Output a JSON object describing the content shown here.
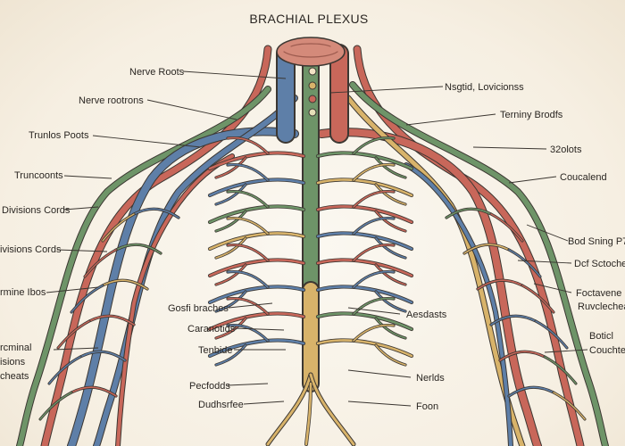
{
  "title": "BRACHIAL PLEXUS",
  "labels_left": [
    "Nerve Roots",
    "Nerve rootrons",
    "Trunlos Poots",
    "Truncoonts",
    "Divisions Cords",
    "ivisions Cords",
    "rmine Ibos",
    "rcminal",
    "isions",
    "cheats"
  ],
  "labels_right": [
    "Nsgtid, Lovicionss",
    "Terniny Brodfs",
    "32olots",
    "Coucalend",
    "Bod Sning P7",
    "Dcf Sctoche",
    "Foctavene",
    "Ruvclechea",
    "Boticl",
    "Couchtea"
  ],
  "labels_center": [
    "Gosfi braches",
    "Aesdasts",
    "Caranotids",
    "Tenbide",
    "Nerlds",
    "Pecfodds",
    "Dudhsrfee",
    "Foon"
  ],
  "colors": {
    "red": "#c8675a",
    "blue": "#5e7fa8",
    "green": "#6e9468",
    "yellow": "#d8b36a",
    "outline": "#3c3732"
  }
}
